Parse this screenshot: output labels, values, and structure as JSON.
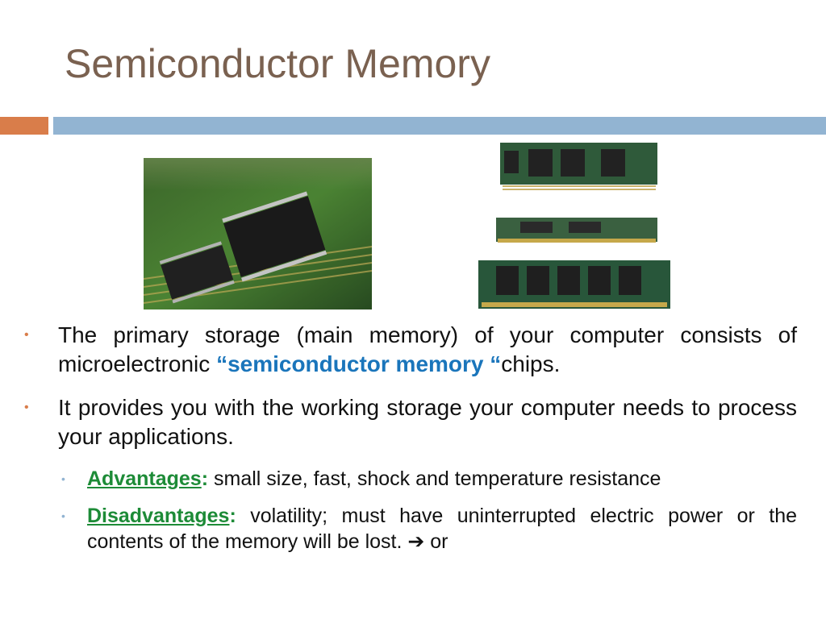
{
  "slide": {
    "title": "Semiconductor Memory"
  },
  "images": {
    "chip_photo": "circuit-board-chip-photo",
    "modules_photo": "memory-modules-photo"
  },
  "colors": {
    "title": "#7a6150",
    "accent_orange": "#d97d4a",
    "accent_blue": "#92b4d2",
    "highlight_blue": "#1a75bb",
    "highlight_green": "#1d8b37"
  },
  "bullets": [
    {
      "text_before": "The primary storage (main memory) of your computer consists of microelectronic ",
      "highlight": "“semiconductor memory “",
      "text_after": "chips."
    },
    {
      "text": "It provides you with the working storage your computer needs to process your applications."
    }
  ],
  "sub_bullets": [
    {
      "label": "Advantages",
      "colon": ":",
      "text": " small size, fast, shock and temperature resistance"
    },
    {
      "label": "Disadvantages",
      "colon": ":",
      "text": " volatility; must have uninterrupted electric power or the contents of the memory will be lost.  ➔ or"
    }
  ]
}
